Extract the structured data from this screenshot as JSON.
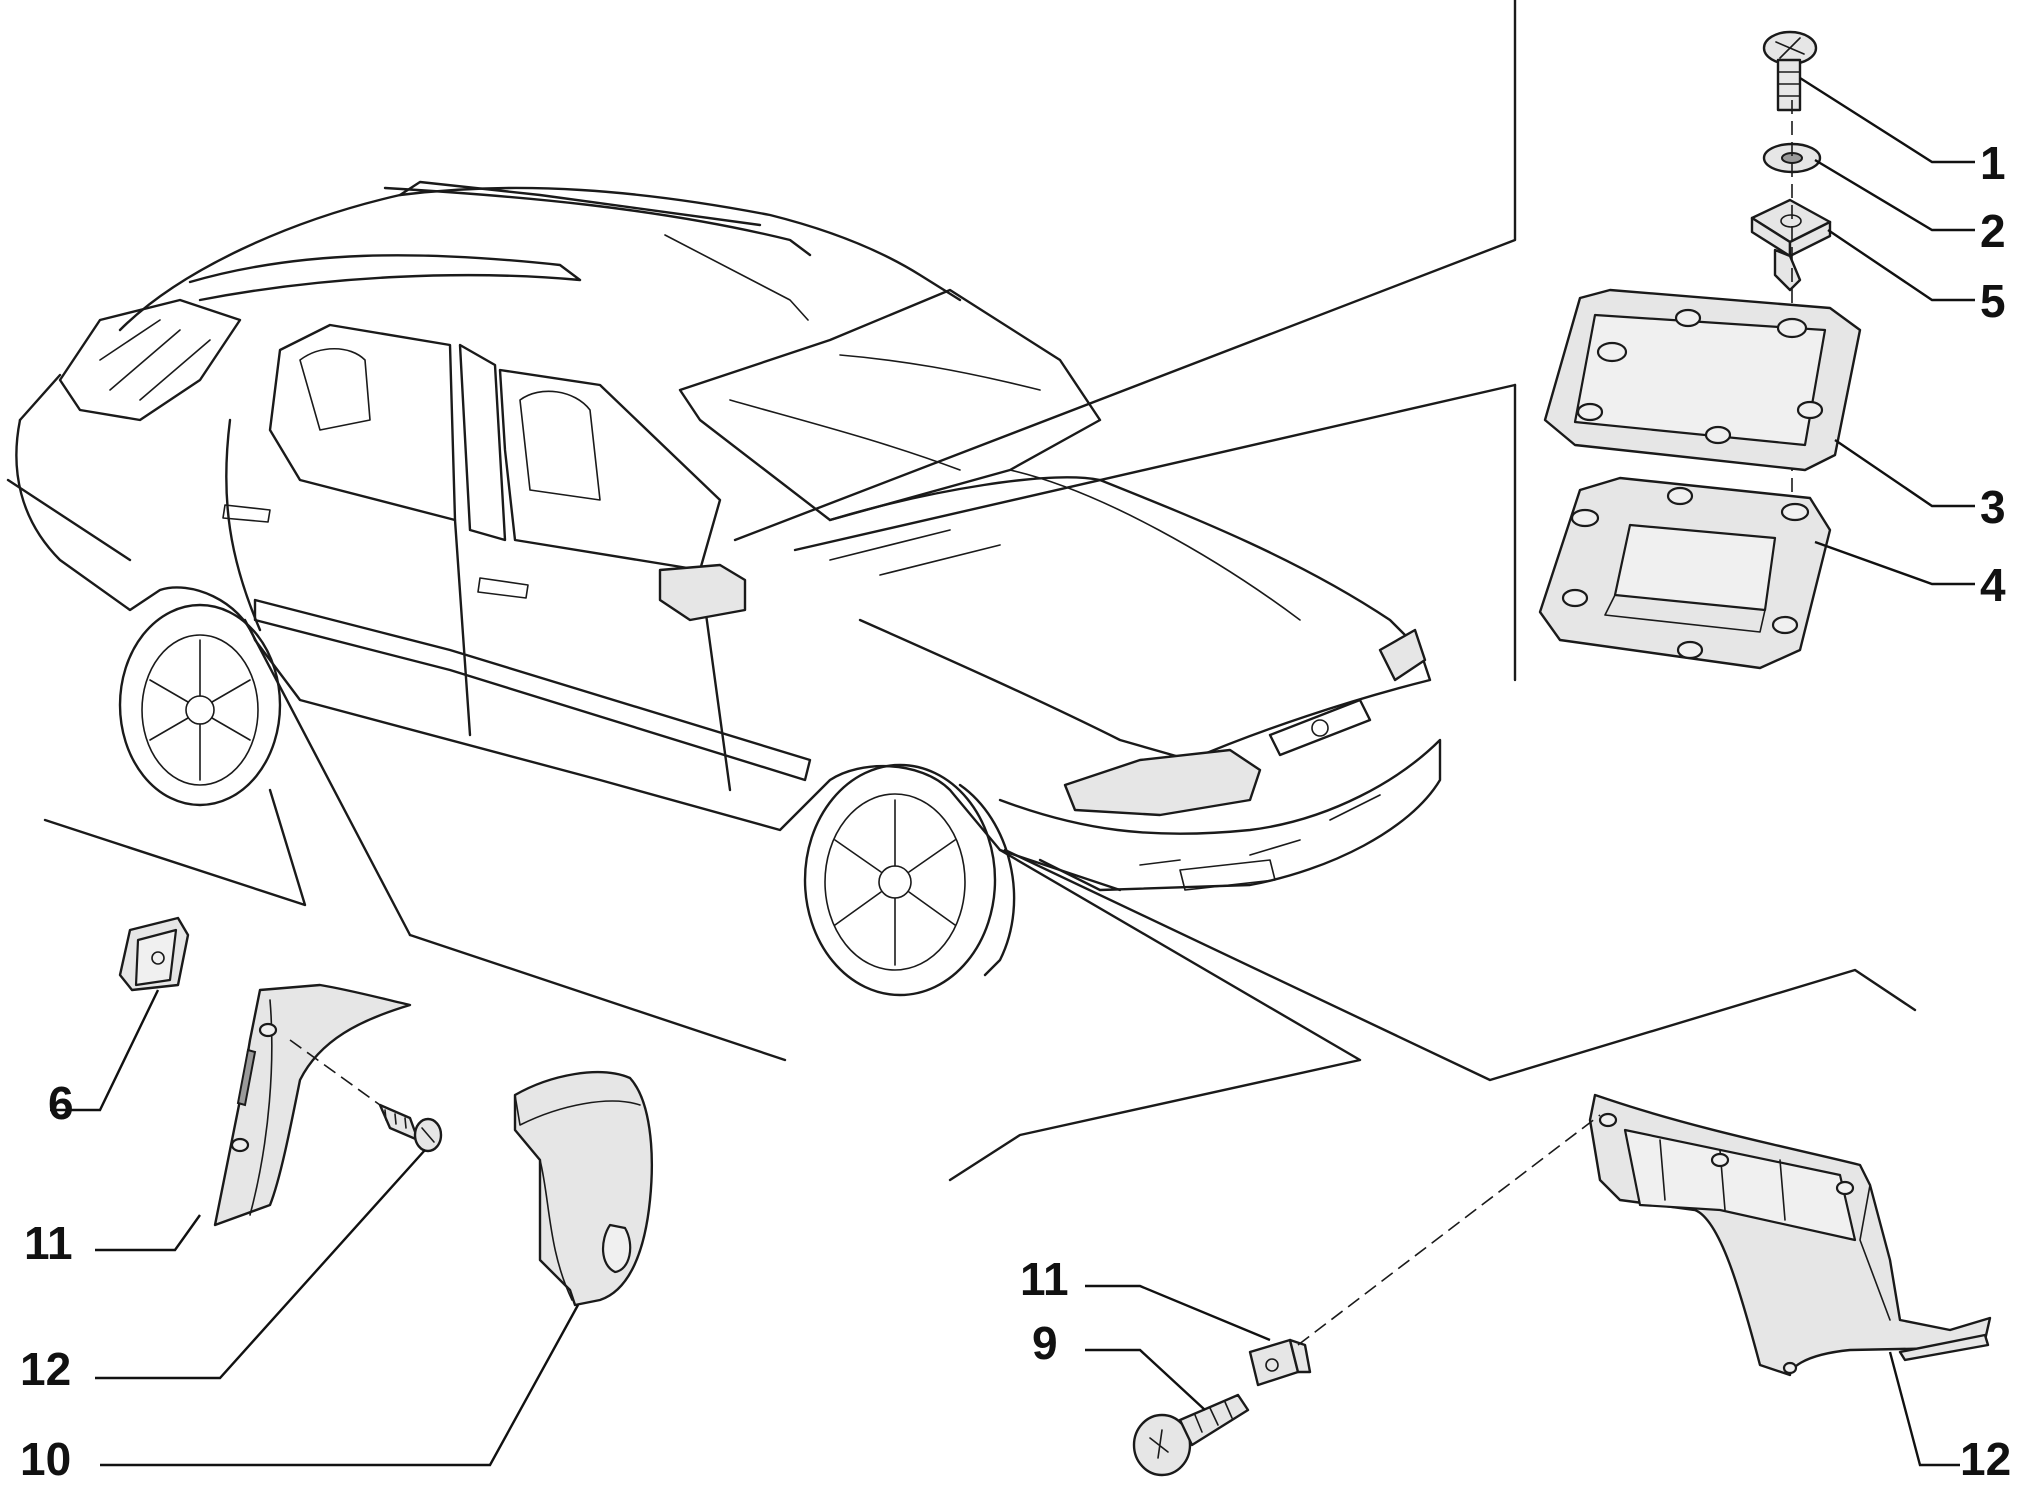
{
  "callouts": [
    {
      "id": "1",
      "text": "1"
    },
    {
      "id": "2",
      "text": "2"
    },
    {
      "id": "5",
      "text": "5"
    },
    {
      "id": "3",
      "text": "3"
    },
    {
      "id": "4",
      "text": "4"
    },
    {
      "id": "6",
      "text": "6"
    },
    {
      "id": "11a",
      "text": "11"
    },
    {
      "id": "12a",
      "text": "12"
    },
    {
      "id": "10",
      "text": "10"
    },
    {
      "id": "11b",
      "text": "11"
    },
    {
      "id": "9",
      "text": "9"
    },
    {
      "id": "12b",
      "text": "12"
    }
  ]
}
